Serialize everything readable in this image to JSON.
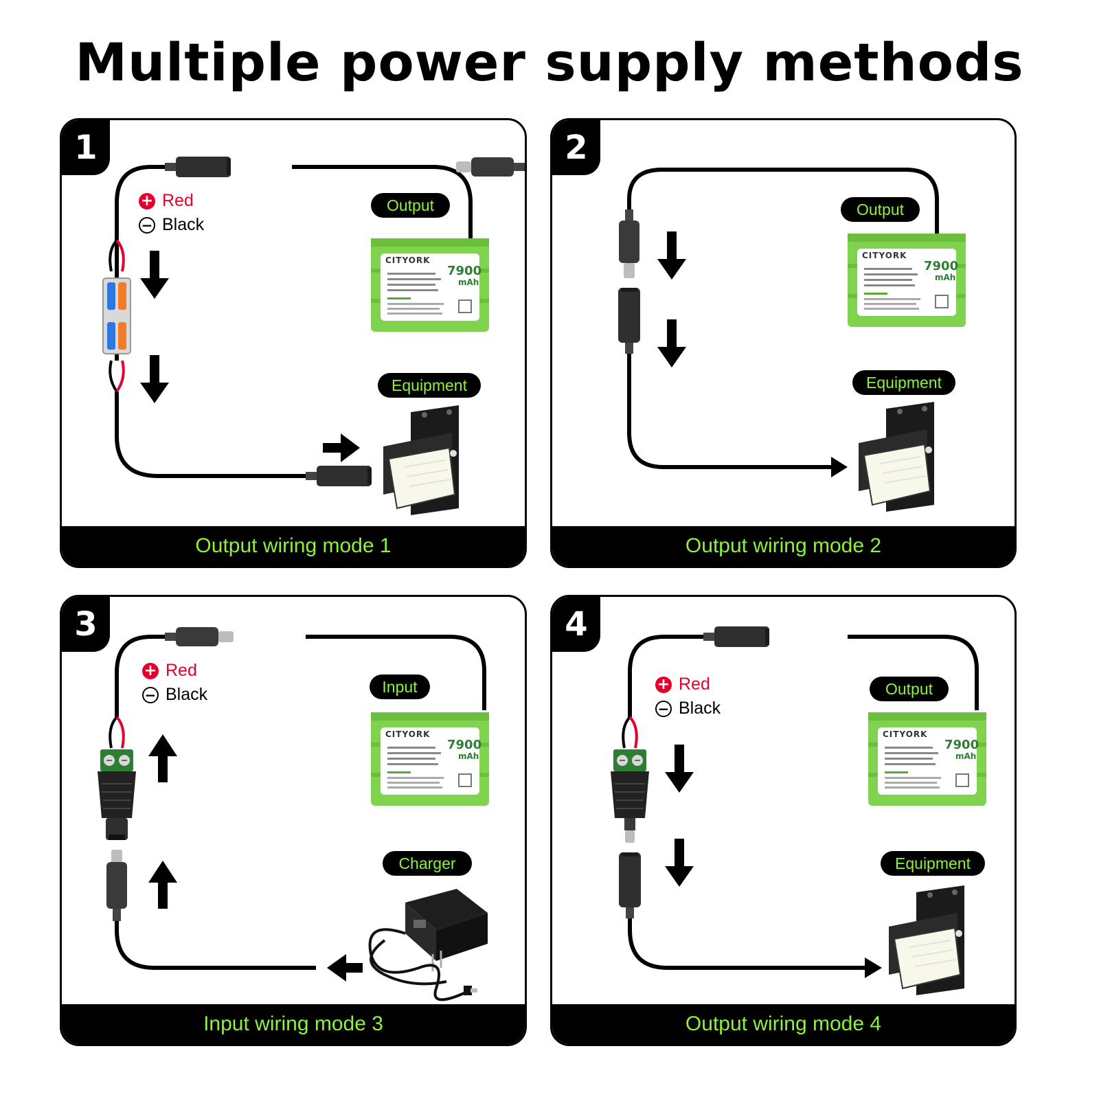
{
  "title": "Multiple power supply methods",
  "legend": {
    "plus_symbol": "+",
    "minus_symbol": "−",
    "red": "Red",
    "black": "Black"
  },
  "battery": {
    "brand": "CITYORK",
    "capacity_value": "7900",
    "capacity_unit": "mAh"
  },
  "colors": {
    "accent_green": "#8ef23c",
    "battery_green": "#7fd34e",
    "red_wire": "#e5002b",
    "panel_black": "#000000"
  },
  "panels": [
    {
      "number": "1",
      "footer": "Output wiring mode 1",
      "top_label": "Output",
      "bottom_label": "Equipment"
    },
    {
      "number": "2",
      "footer": "Output wiring mode 2",
      "top_label": "Output",
      "bottom_label": "Equipment"
    },
    {
      "number": "3",
      "footer": "Input wiring mode 3",
      "top_label": "Input",
      "bottom_label": "Charger"
    },
    {
      "number": "4",
      "footer": "Output wiring mode 4",
      "top_label": "Output",
      "bottom_label": "Equipment"
    }
  ]
}
